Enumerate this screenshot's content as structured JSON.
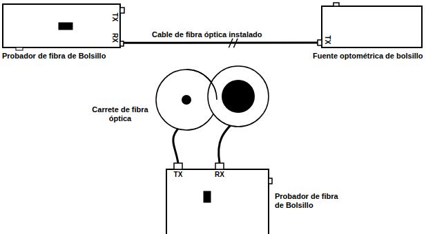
{
  "diagram": {
    "nodes": [
      {
        "text": [
          "TX",
          "RX",
          "Probador de fibra de Bolsillo"
        ]
      },
      {
        "text": [
          "TX",
          "Fuente optométrica de bolsillo"
        ]
      },
      {
        "text": [
          "TX",
          "RX",
          "Probador de fibra de Bolsillo"
        ]
      },
      {
        "text": [
          "Carrete de fibra óptica"
        ]
      }
    ],
    "edges": [
      {
        "from": 0,
        "to": 1,
        "arrow": "none",
        "label": "Cable de fibra óptica instalado"
      },
      {
        "from": 3,
        "to": 2,
        "arrow": "none"
      },
      {
        "from": 3,
        "to": 2,
        "arrow": "none"
      }
    ]
  }
}
